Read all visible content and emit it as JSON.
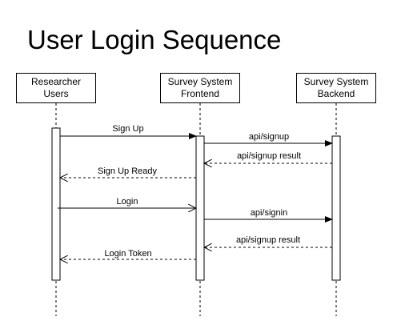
{
  "diagram": {
    "title": "User Login Sequence",
    "participants": [
      {
        "id": "users",
        "label": "Researcher\nUsers"
      },
      {
        "id": "frontend",
        "label": "Survey System\nFrontend"
      },
      {
        "id": "backend",
        "label": "Survey System\nBackend"
      }
    ],
    "messages": [
      {
        "label": "Sign Up",
        "from": "users",
        "to": "frontend",
        "style": "solid",
        "head": "filled"
      },
      {
        "label": "api/signup",
        "from": "frontend",
        "to": "backend",
        "style": "solid",
        "head": "filled"
      },
      {
        "label": "api/signup result",
        "from": "backend",
        "to": "frontend",
        "style": "dashed",
        "head": "open"
      },
      {
        "label": "Sign Up Ready",
        "from": "frontend",
        "to": "users",
        "style": "dashed",
        "head": "open"
      },
      {
        "label": "Login",
        "from": "users",
        "to": "frontend",
        "style": "solid",
        "head": "open"
      },
      {
        "label": "api/signin",
        "from": "frontend",
        "to": "backend",
        "style": "solid",
        "head": "filled"
      },
      {
        "label": "api/signup result",
        "from": "backend",
        "to": "frontend",
        "style": "dashed",
        "head": "open"
      },
      {
        "label": "Login Token",
        "from": "frontend",
        "to": "users",
        "style": "dashed",
        "head": "open"
      }
    ]
  }
}
